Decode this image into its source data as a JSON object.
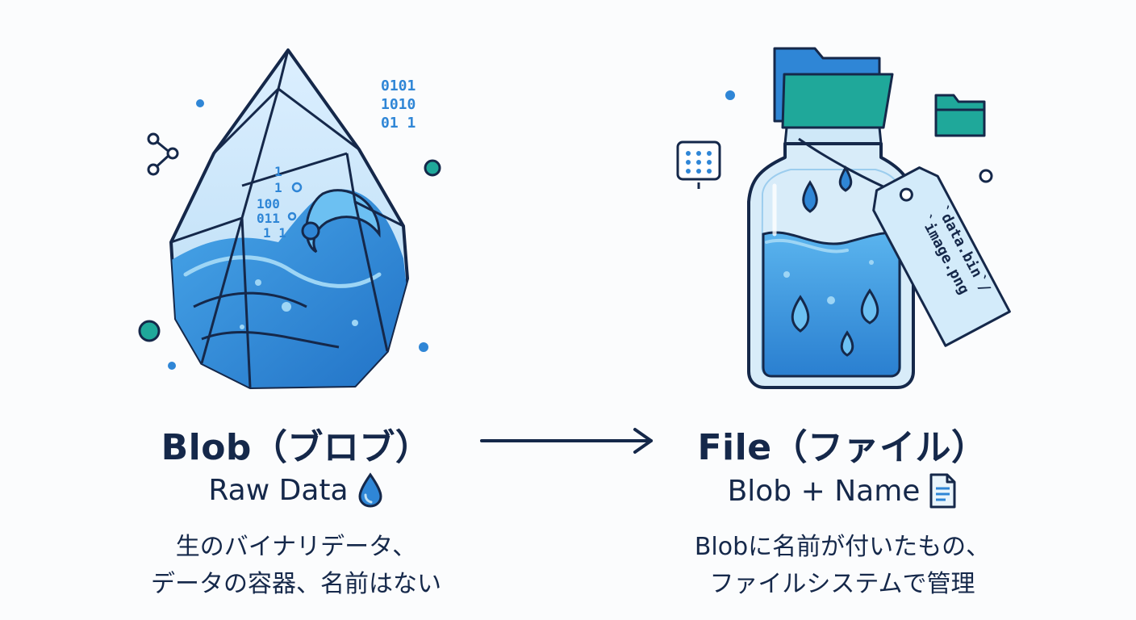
{
  "blob": {
    "title": "Blob（ブロブ）",
    "subtitle": "Raw Data",
    "subtitle_icon": "water-drop-icon",
    "desc_line1": "生のバイナリデータ、",
    "desc_line2": "データの容器、名前はない",
    "binary_lines": [
      "0101",
      "1010",
      "01  1"
    ],
    "inner_binary": [
      "1",
      "1",
      "100",
      "011",
      "1  1"
    ]
  },
  "file": {
    "title": "File（ファイル）",
    "subtitle": "Blob + Name",
    "subtitle_icon": "document-icon",
    "desc_line1": "Blobに名前が付いたもの、",
    "desc_line2": "ファイルシステムで管理",
    "tag_line1": "`data.bin`/",
    "tag_line2": "`image.png"
  },
  "arrow": {
    "icon": "right-arrow-icon"
  },
  "colors": {
    "navy": "#15284a",
    "blue": "#2f86d6",
    "light_blue": "#bfe0f4",
    "teal": "#1fa89a"
  }
}
